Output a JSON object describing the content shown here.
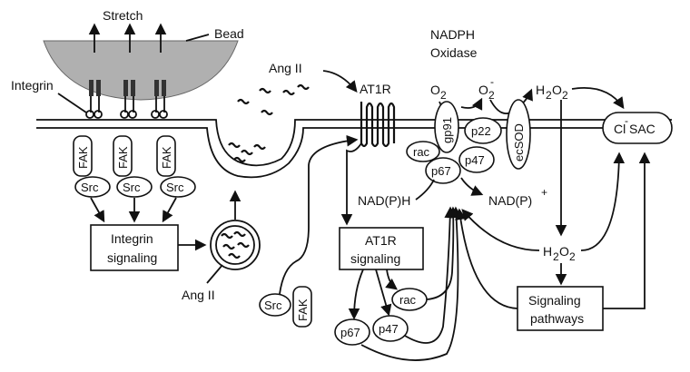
{
  "labels": {
    "stretch": "Stretch",
    "bead": "Bead",
    "integrin": "Integrin",
    "ang_ii_top": "Ang II",
    "at1r": "AT1R",
    "nadph_line1": "NADPH",
    "nadph_line2": "Oxidase",
    "o2": "O",
    "o2_sub": "2",
    "o2minus": "O",
    "o2minus_sub": "2",
    "o2minus_sup": "-",
    "h2o2_top": "H",
    "h2o2_top_sub1": "2",
    "h2o2_top_o": "O",
    "h2o2_top_sub2": "2",
    "cl_sac": "Cl",
    "cl_sac_sup": "-",
    "cl_sac_rest": " SAC",
    "fak": "FAK",
    "src": "Src",
    "integrin_signaling_line1": "Integrin",
    "integrin_signaling_line2": "signaling",
    "ang_ii_bottom": "Ang II",
    "at1r_signaling_line1": "AT1R",
    "at1r_signaling_line2": "signaling",
    "gp91": "gp91",
    "p22": "p22",
    "ecsod": "ecSOD",
    "rac": "rac",
    "p67": "p67",
    "p47": "p47",
    "nadph_left": "NAD(P)H",
    "nadp_right": "NAD(P)",
    "nadp_sup": "+",
    "h2o2_mid": "H",
    "h2o2_mid_sub1": "2",
    "h2o2_mid_o": "O",
    "h2o2_mid_sub2": "2",
    "signaling_pathways_line1": "Signaling",
    "signaling_pathways_line2": "pathways"
  }
}
